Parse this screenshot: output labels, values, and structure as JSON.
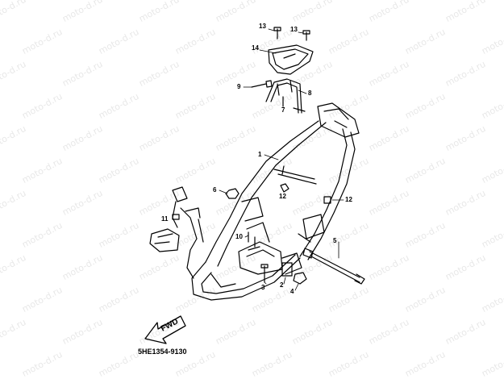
{
  "watermark": "moto-d.ru",
  "diagram_code": "5HE1354-9130",
  "fwd_label": "FWD",
  "callouts": {
    "n1": "1",
    "n2": "2",
    "n3": "3",
    "n4": "4",
    "n5": "5",
    "n6": "6",
    "n7": "7",
    "n8": "8",
    "n9": "9",
    "n10": "10",
    "n11": "11",
    "n12a": "12",
    "n12b": "12",
    "n13a": "13",
    "n13b": "13",
    "n14": "14"
  },
  "colors": {
    "line": "#000000",
    "watermark": "#e8e8e8",
    "background": "#ffffff"
  }
}
